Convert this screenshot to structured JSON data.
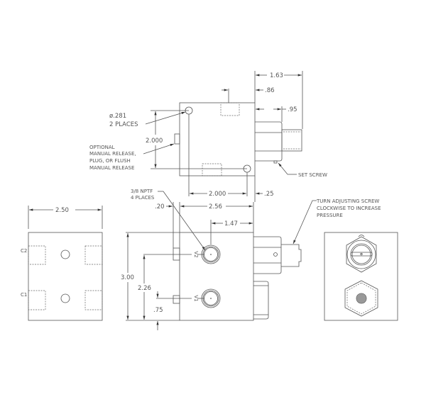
{
  "top_view": {
    "dim_overall_right": "1.63",
    "dim_port_offset": ".86",
    "dim_body_extension": ".95",
    "hole_label_1": "ø.281",
    "hole_label_2": "2 PLACES",
    "dim_hole_vertical": "2.000",
    "dim_hole_horizontal": "2.000",
    "dim_edge": ".25",
    "manual_release_lines": [
      "OPTIONAL",
      "MANUAL RELEASE,",
      "PLUG, OR FLUSH",
      "MANUAL RELEASE"
    ],
    "set_screw_label": "SET SCREW"
  },
  "port_note": [
    "3/8 NPTF",
    "4 PLACES"
  ],
  "side_view": {
    "width": "2.50",
    "port_c2": "C2",
    "port_c1": "C1"
  },
  "front_view": {
    "dim_tab": ".20",
    "dim_width": "2.56",
    "dim_port_from_right": "1.47",
    "dim_height": "3.00",
    "dim_v2": "2.26",
    "dim_v1": ".75",
    "port_v2": "V2",
    "port_v1": "V1"
  },
  "adjust_note": [
    "TURN ADJUSTING SCREW",
    "CLOCKWISE TO INCREASE",
    "PRESSURE"
  ]
}
